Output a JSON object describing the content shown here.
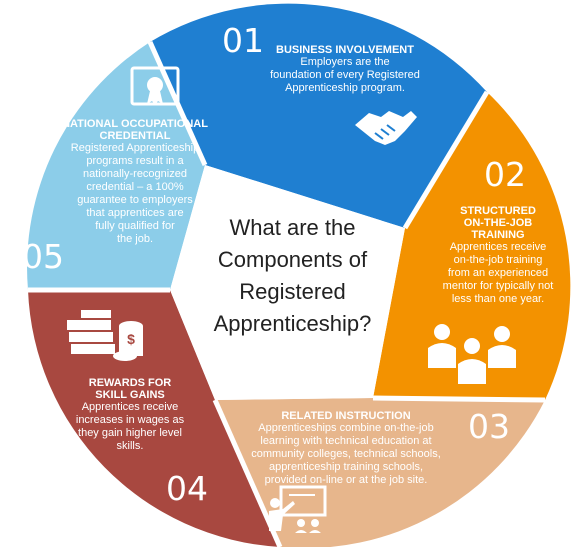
{
  "center": {
    "lines": [
      "What are the",
      "Components of",
      "Registered",
      "Apprenticeship?"
    ]
  },
  "segments": [
    {
      "number": "01",
      "title": "BUSINESS INVOLVEMENT",
      "body": [
        "Employers are the",
        "foundation of every Registered",
        "Apprenticeship program."
      ],
      "color": "#1f7fd1",
      "icon": "handshake-icon"
    },
    {
      "number": "02",
      "title": [
        "STRUCTURED",
        "ON-THE-JOB",
        "TRAINING"
      ],
      "body": [
        "Apprentices receive",
        "on-the-job training",
        "from an experienced",
        "mentor for typically not",
        "less than one year."
      ],
      "color": "#f39200",
      "icon": "people-icon"
    },
    {
      "number": "03",
      "title": "RELATED INSTRUCTION",
      "body": [
        "Apprenticeships combine on-the-job",
        "learning with technical education at",
        "community colleges, technical schools,",
        "apprenticeship training schools,",
        "provided on-line or at the job site."
      ],
      "color": "#e7b68c",
      "icon": "teacher-board-icon"
    },
    {
      "number": "04",
      "title": [
        "REWARDS FOR",
        "SKILL GAINS"
      ],
      "body": [
        "Apprentices receive",
        "increases in wages as",
        "they gain higher level",
        "skills."
      ],
      "color": "#a84840",
      "icon": "money-icon"
    },
    {
      "number": "05",
      "title": [
        "NATIONAL OCCUPATIONAL",
        "CREDENTIAL"
      ],
      "body": [
        "Registered Apprenticeship",
        "programs result in a",
        "nationally-recognized",
        "credential – a 100%",
        "guarantee to employers",
        "that apprentices are",
        "fully qualified for",
        "the job."
      ],
      "color": "#8ccde9",
      "icon": "certificate-icon"
    }
  ]
}
